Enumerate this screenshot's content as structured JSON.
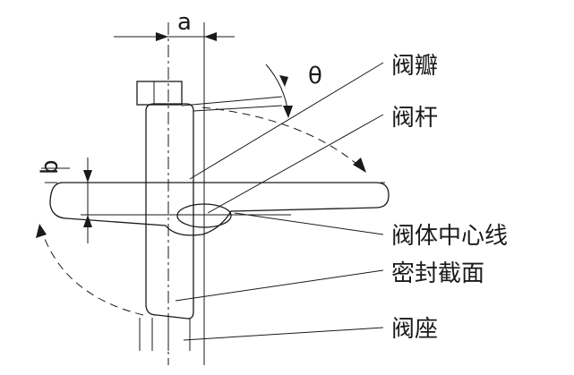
{
  "labels": {
    "disc": "阀瓣",
    "stem": "阀杆",
    "body_centerline": "阀体中心线",
    "seal_section": "密封截面",
    "seat": "阀座"
  },
  "dimensions": {
    "a": "a",
    "b": "b",
    "theta": "θ"
  },
  "colors": {
    "line": "#1a1a1a",
    "background": "#ffffff"
  }
}
